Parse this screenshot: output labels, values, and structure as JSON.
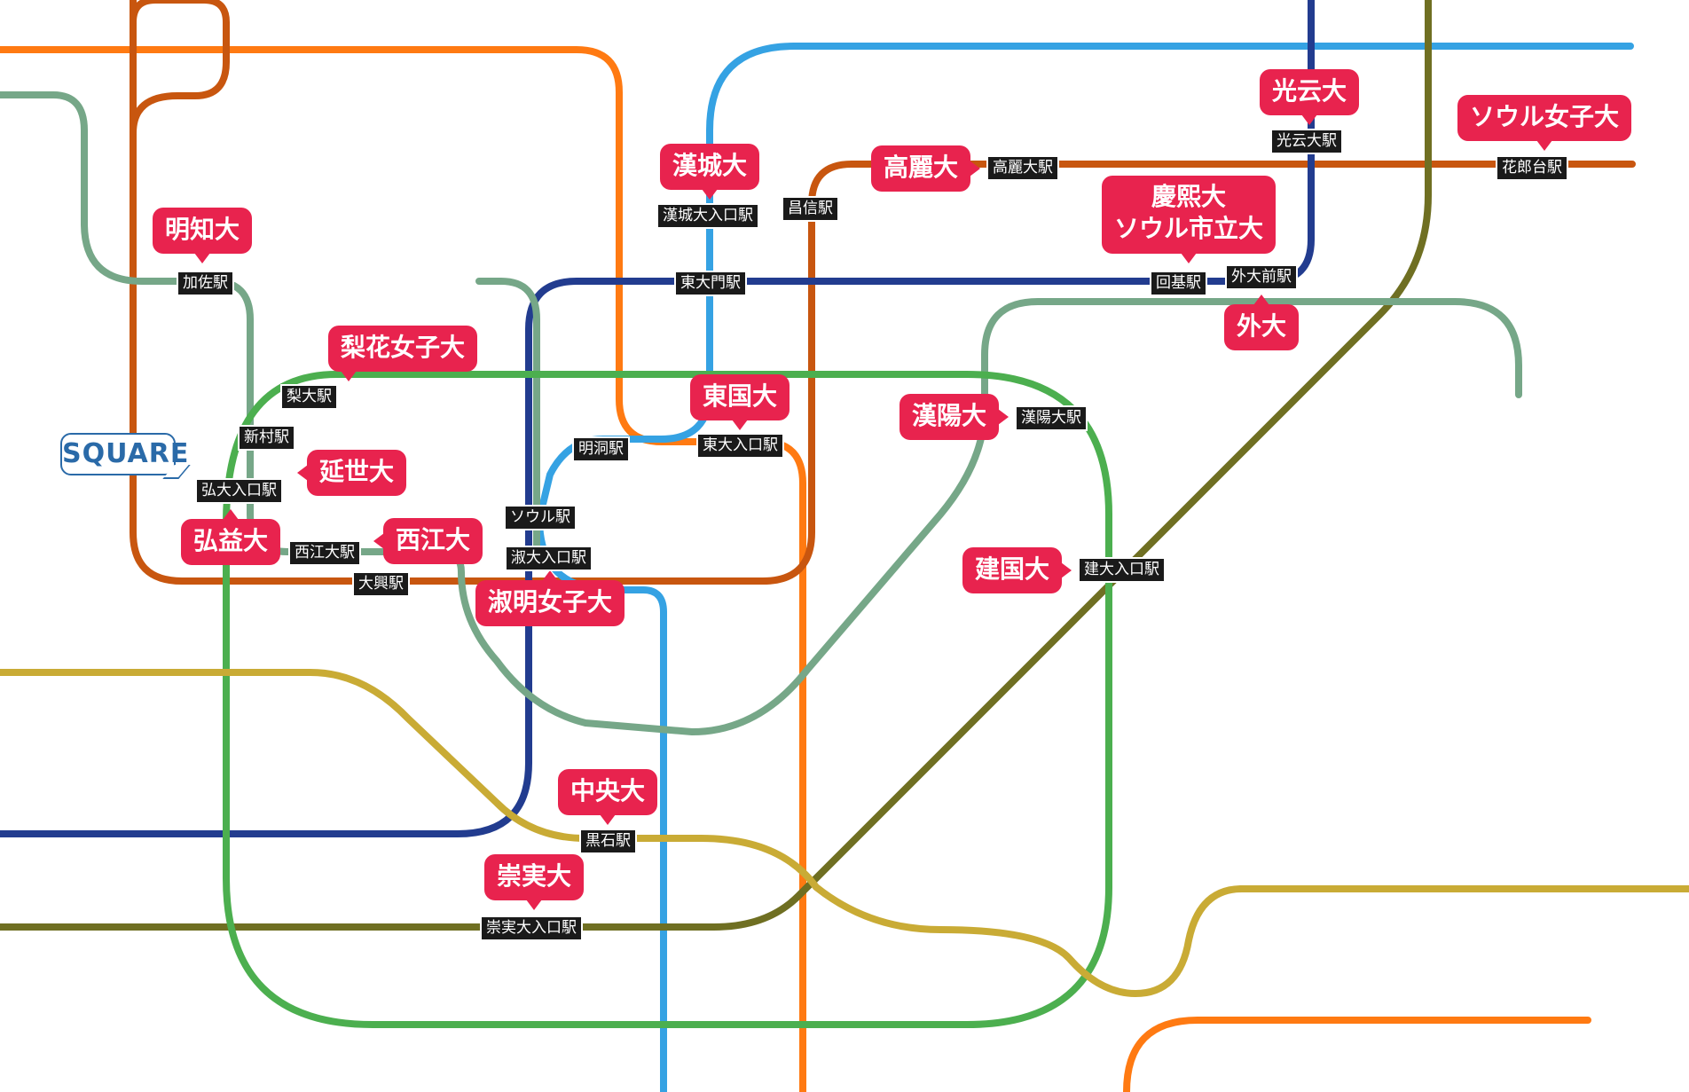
{
  "logo": "SQUARE",
  "lines": [
    {
      "color": "#ff7a12"
    },
    {
      "color": "#c8560f"
    },
    {
      "color": "#35a2e3"
    },
    {
      "color": "#223c8f"
    },
    {
      "color": "#6f6f22"
    },
    {
      "color": "#76a788"
    },
    {
      "color": "#4caf4f"
    },
    {
      "color": "#c9ab35"
    }
  ],
  "universities": {
    "meiji": "明知大",
    "ewha": "梨花女子大",
    "yonsei": "延世大",
    "hongik": "弘益大",
    "sogang": "西江大",
    "sookmyung": "淑明女子大",
    "hansung": "漢城大",
    "dongguk": "東国大",
    "korea": "高麗大",
    "kyunghee_1": "慶熙大",
    "kyunghee_2": "ソウル市立大",
    "kwangwoon": "光云大",
    "seoulwomen": "ソウル女子大",
    "hufs": "外大",
    "hanyang": "漢陽大",
    "konkuk": "建国大",
    "chungang": "中央大",
    "soongsil": "崇実大"
  },
  "stations": {
    "gajwa": "加佐駅",
    "idae": "梨大駅",
    "sinchon": "新村駅",
    "hongdae": "弘大入口駅",
    "sogang": "西江大駅",
    "daeheung": "大興駅",
    "seoul": "ソウル駅",
    "sookdae": "淑大入口駅",
    "myeongdong": "明洞駅",
    "dongdae": "東大入口駅",
    "dongdaemun": "東大門駅",
    "hansung": "漢城大入口駅",
    "changsin": "昌信駅",
    "korea": "高麗大駅",
    "hoegi": "回基駅",
    "hufs": "外大前駅",
    "kwangwoon": "光云大駅",
    "hwarangdae": "花郎台駅",
    "hanyang": "漢陽大駅",
    "konkuk": "建大入口駅",
    "heukseok": "黒石駅",
    "soongsil": "崇実大入口駅"
  }
}
